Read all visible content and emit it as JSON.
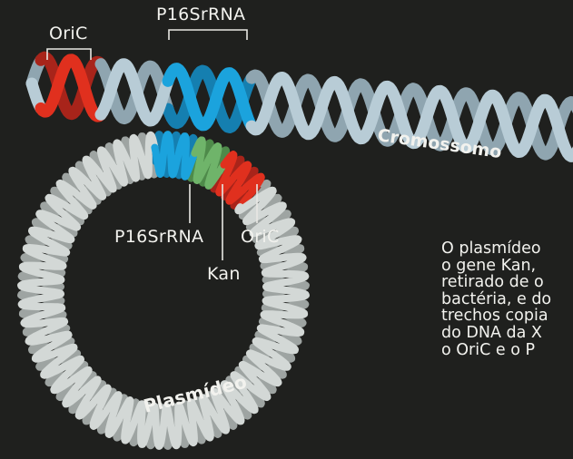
{
  "labels": {
    "oric_top": "OriC",
    "p16_top": "P16SrRNA",
    "chromosome": "Cromossomo",
    "p16_plasmid": "P16SrRNA",
    "oric_plasmid": "OriC",
    "kan": "Kan",
    "plasmid": "Plasmídeo"
  },
  "caption_lines": [
    "O plasmídeo",
    "o gene Kan,",
    "retirado de o",
    "bactéria, e do",
    "trechos copia",
    "do DNA da X",
    "o OriC e o P"
  ],
  "colors": {
    "background": "#1f201e",
    "chromosome_strand": "#b8ccd6",
    "plasmid_strand": "#d3d8d6",
    "oric": "#e0301e",
    "p16srrna": "#1ba3dd",
    "kan": "#6fb46a"
  }
}
